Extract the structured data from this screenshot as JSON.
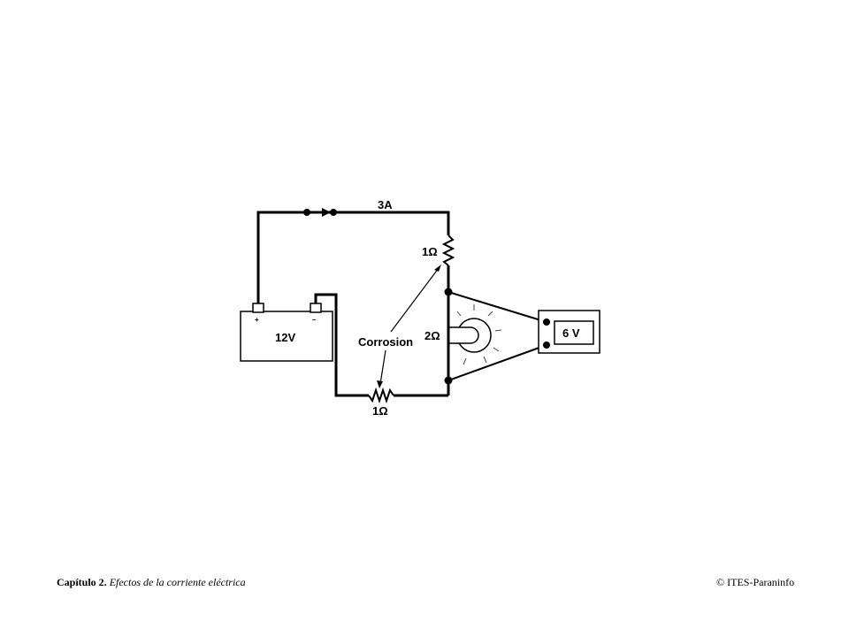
{
  "diagram": {
    "current_label": "3A",
    "battery_label": "12V",
    "battery_plus": "+",
    "battery_minus": "–",
    "top_resistor_label": "1Ω",
    "bulb_label": "2Ω",
    "bottom_resistor_label": "1Ω",
    "corrosion_label": "Corrosion",
    "voltmeter_label": "6 V"
  },
  "footer": {
    "chapter": "Capítulo 2.",
    "subtitle": "Efectos de la corriente eléctrica",
    "copyright": "© ITES-Paraninfo"
  }
}
